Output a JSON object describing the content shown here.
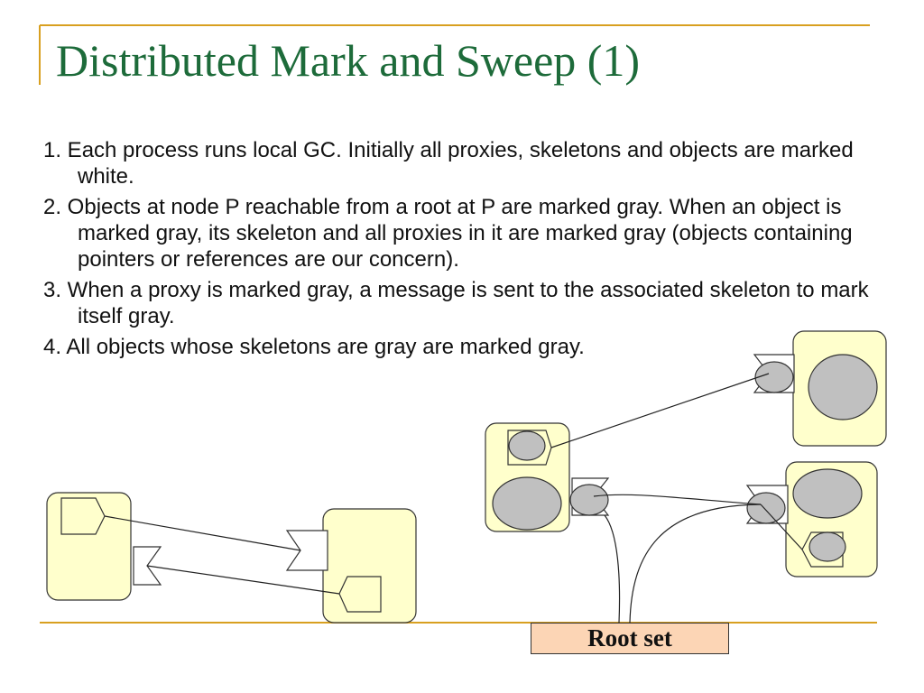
{
  "slide": {
    "title": "Distributed Mark and Sweep (1)",
    "bullets": [
      "1. Each process runs local GC.  Initially all proxies, skeletons and objects are marked white.",
      "2. Objects at node P reachable from a root at P are marked gray.  When an object is marked gray, its skeleton and all proxies in it are marked gray (objects containing pointers or references are our concern).",
      "3. When a proxy is marked gray, a message is sent to the associated skeleton to mark itself gray.",
      "4. All objects whose skeletons are gray are marked gray."
    ]
  },
  "diagram": {
    "root_label": "Root set"
  },
  "colors": {
    "title": "#1d6b3a",
    "rule_line": "#d8a020",
    "node_fill": "#ffffcc",
    "object_gray": "#c0c0c0",
    "root_fill": "#fcd5b5"
  }
}
